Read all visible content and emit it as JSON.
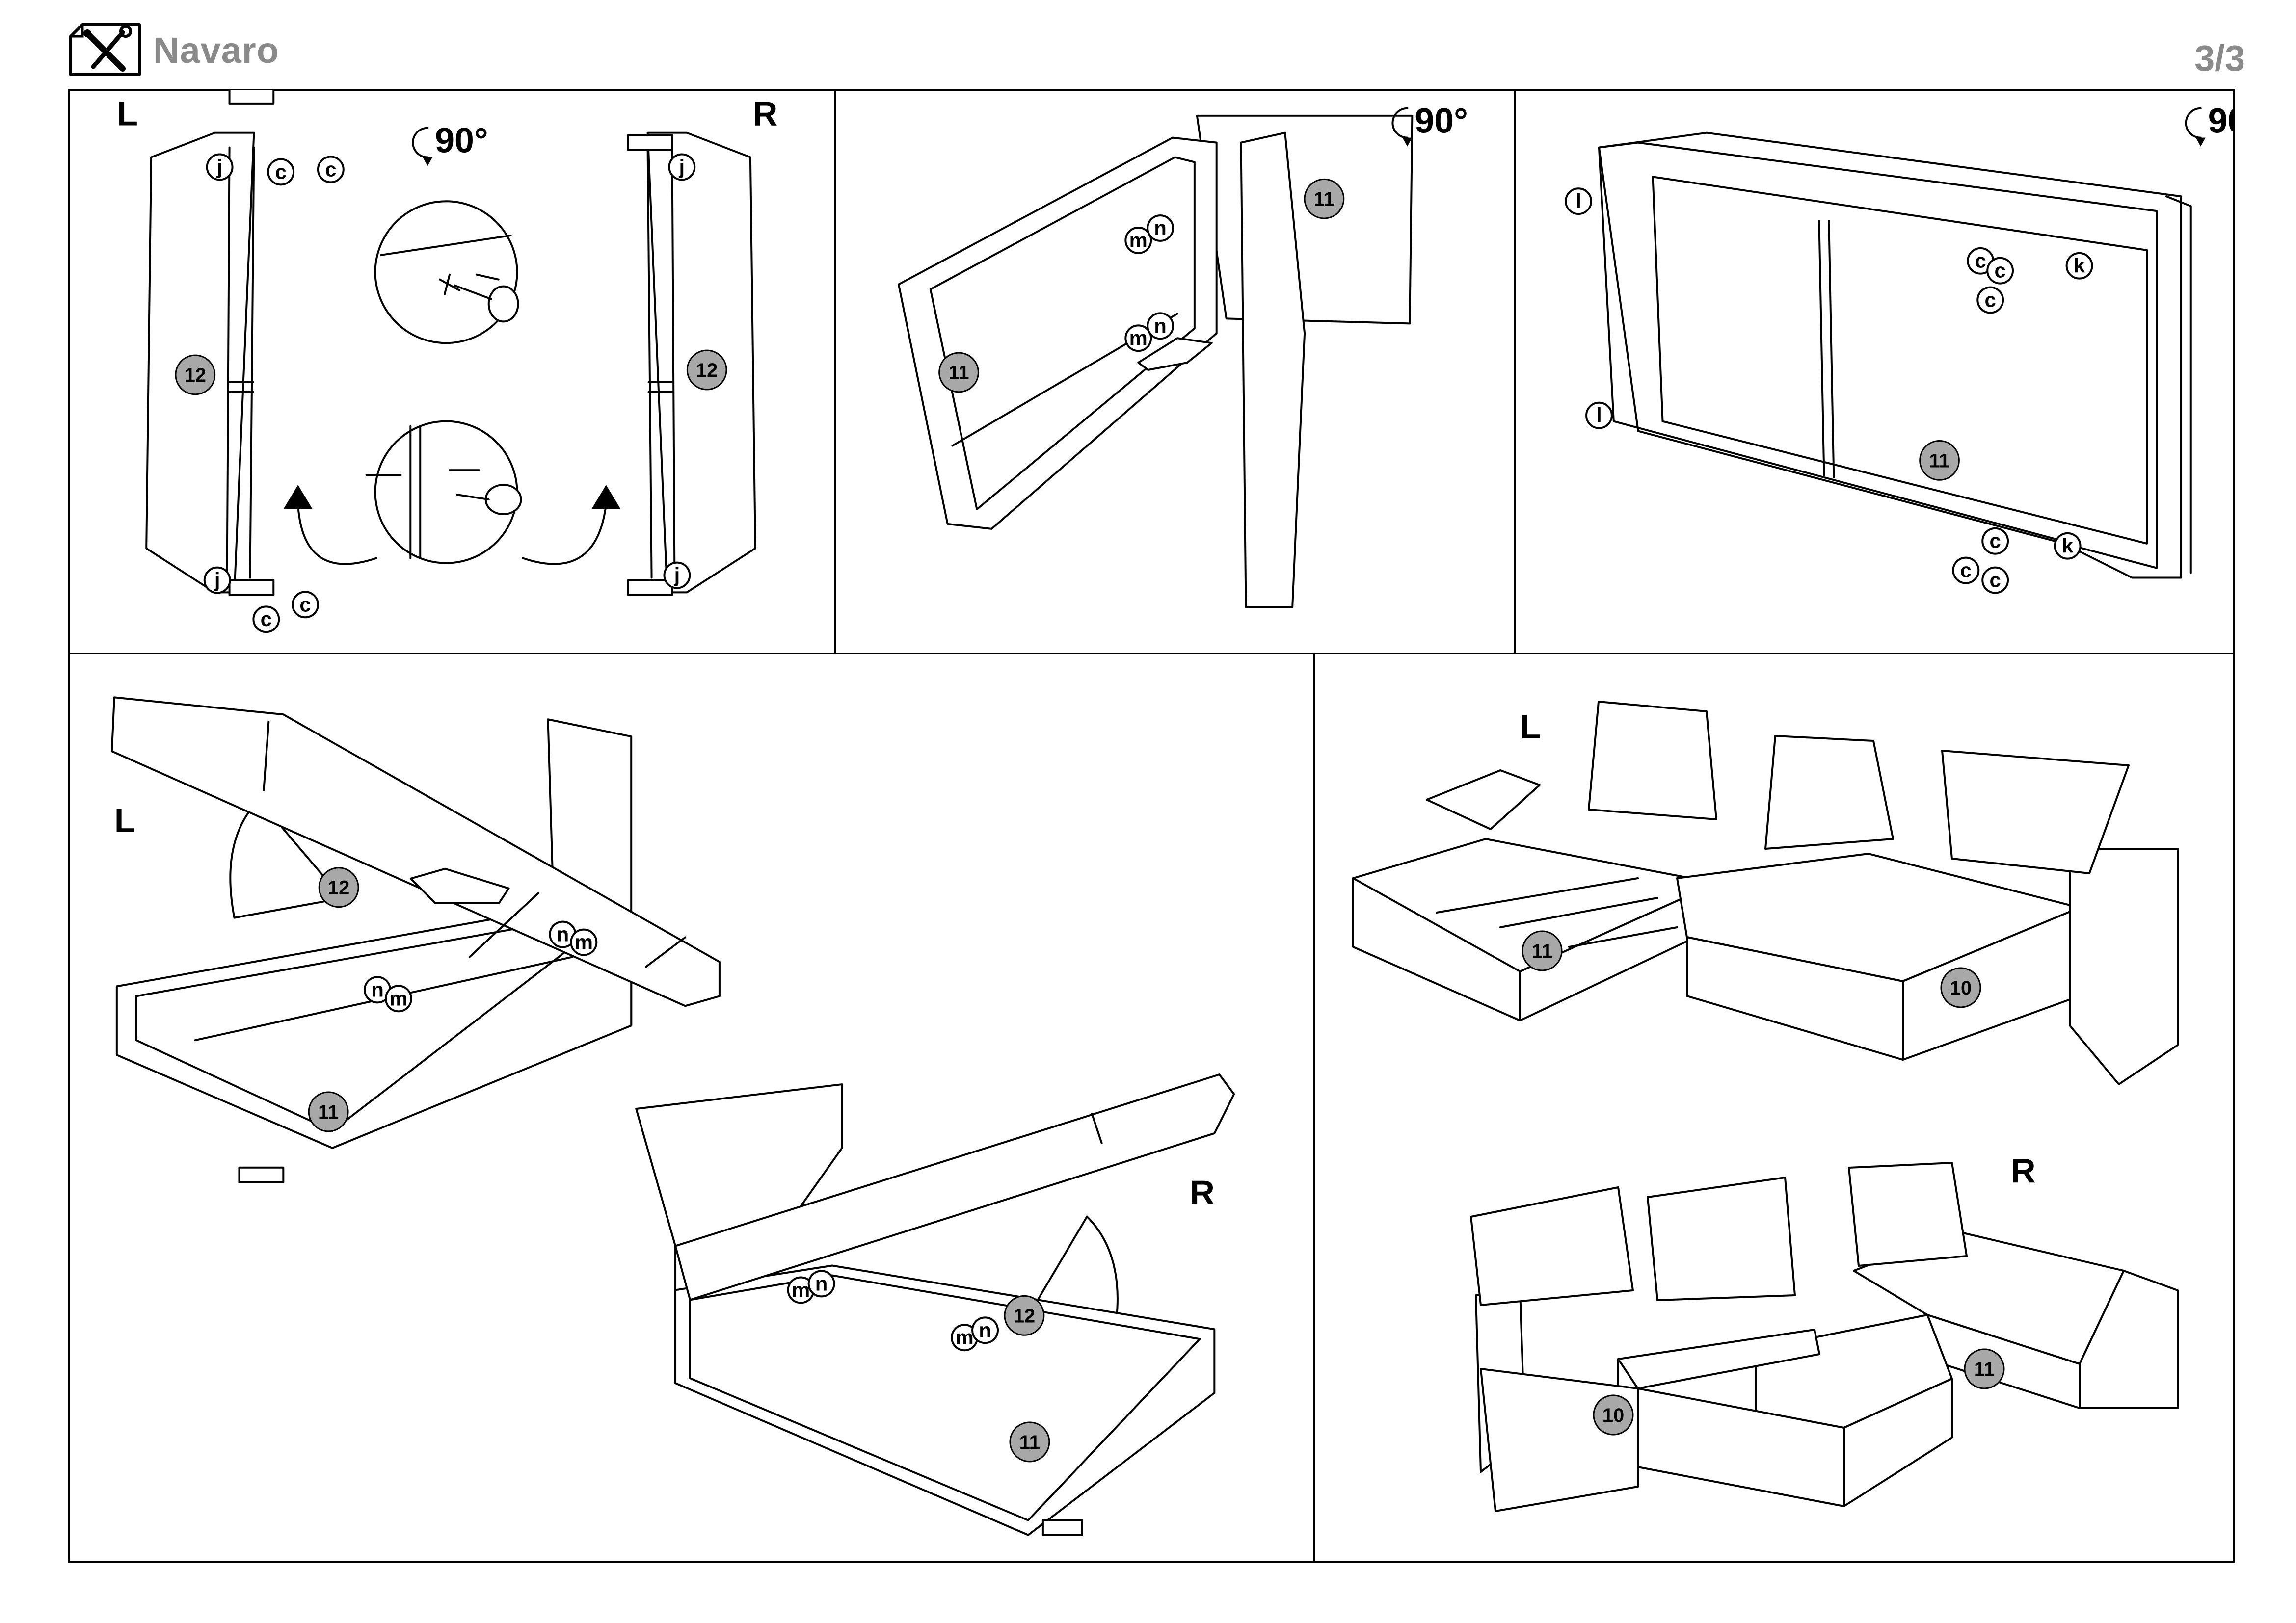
{
  "header": {
    "brand": "Navaro",
    "page": "3/3",
    "logo_icon": "tools-icon"
  },
  "labels": {
    "left": "L",
    "right": "R",
    "rotation": "90°"
  },
  "parts": {
    "p10": "10",
    "p11": "11",
    "p12": "12"
  },
  "hardware": {
    "c": "c",
    "j": "j",
    "k": "k",
    "l": "l",
    "m": "m",
    "n": "n"
  },
  "colors": {
    "badge_fill": "#a8a8a8",
    "brand_gray": "#8a8a8a",
    "line": "#000000"
  }
}
